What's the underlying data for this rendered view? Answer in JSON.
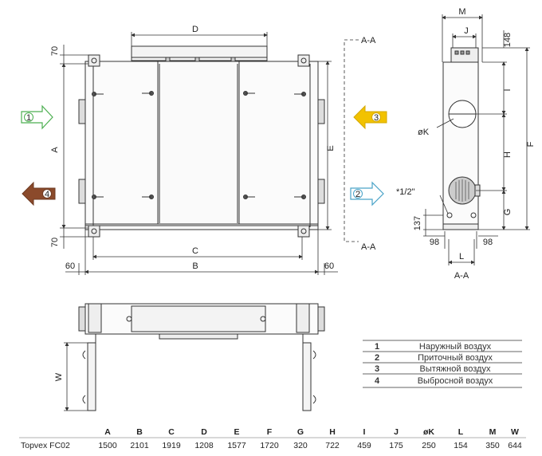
{
  "dims_front": {
    "top_70": "70",
    "bottom_70": "70",
    "left_60": "60",
    "right_60": "60",
    "d": "D",
    "c": "C",
    "b": "B",
    "a": "A",
    "e": "E"
  },
  "section_labels": {
    "top": "A-A",
    "bottom": "A-A",
    "side": "A-A"
  },
  "flow_markers": [
    "1",
    "2",
    "3",
    "4"
  ],
  "dims_side": {
    "m": "M",
    "j": "J",
    "v148": "148",
    "i": "I",
    "f": "F",
    "k": "øK",
    "h": "H",
    "g": "G",
    "half": "*1/2\"",
    "v137": "137",
    "v98_left": "98",
    "v98_right": "98",
    "l": "L"
  },
  "dims_bottom": {
    "w": "W"
  },
  "legend": [
    {
      "num": "1",
      "label": "Наружный воздух"
    },
    {
      "num": "2",
      "label": "Приточный воздух"
    },
    {
      "num": "3",
      "label": "Вытяжной воздух"
    },
    {
      "num": "4",
      "label": "Выбросной воздух"
    }
  ],
  "spec_table": {
    "headers": [
      "A",
      "B",
      "C",
      "D",
      "E",
      "F",
      "G",
      "H",
      "I",
      "J",
      "øK",
      "L",
      "M",
      "W"
    ],
    "model": "Topvex FC02",
    "values": [
      "1500",
      "2101",
      "1919",
      "1208",
      "1577",
      "1720",
      "320",
      "722",
      "459",
      "175",
      "250",
      "154",
      "350",
      "644"
    ]
  },
  "colors": {
    "outdoor": "#4caf50",
    "supply": "#4aa3c8",
    "extract": "#f2c200",
    "exhaust": "#8b4a2b",
    "line": "#333333"
  }
}
